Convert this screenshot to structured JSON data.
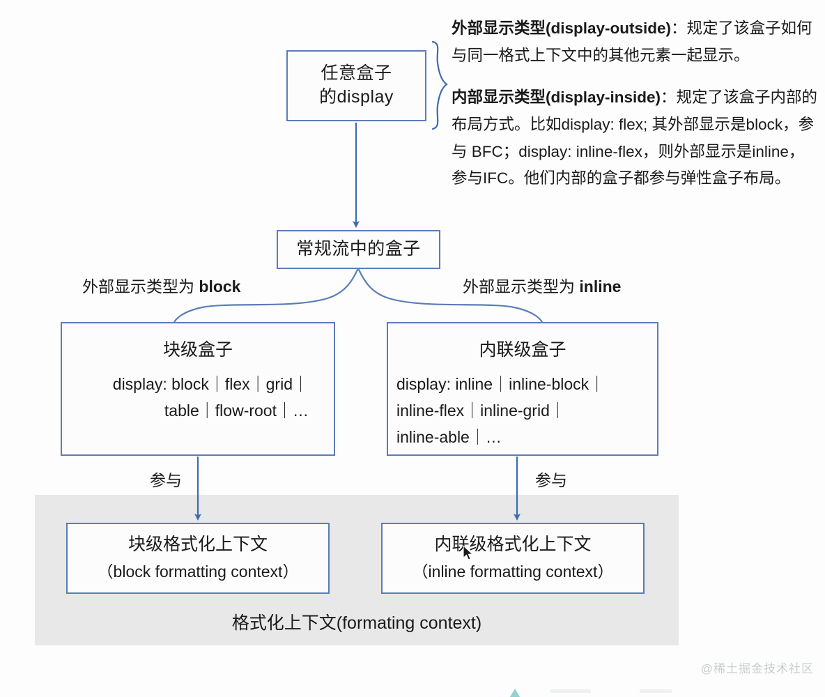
{
  "diagram": {
    "title": "CSS display / formatting context diagram",
    "accent_color": "#5b7cb8",
    "panel_color": "#e8e8e8",
    "box_fill": "#fcfcfd"
  },
  "nodes": {
    "any_display": {
      "title": "任意盒子\n的display"
    },
    "normal_flow": {
      "title": "常规流中的盒子"
    },
    "block_level": {
      "title": "块级盒子",
      "declaration": "display:  block｜flex｜grid｜\ntable｜flow-root｜…"
    },
    "inline_level": {
      "title": "内联级盒子",
      "declaration": "display:  inline｜inline-block｜\ninline-flex｜inline-grid｜\ninline-able｜…"
    },
    "bfc": {
      "cn": "块级格式化上下文",
      "en": "（block formatting context）"
    },
    "ifc": {
      "cn": "内联级格式化上下文",
      "en": "（inline formatting context）"
    }
  },
  "panel": {
    "label": "格式化上下文(formating context)"
  },
  "edge_labels": {
    "outside_block": "外部显示类型为 ",
    "outside_block_value": "block",
    "outside_inline": "外部显示类型为 ",
    "outside_inline_value": "inline",
    "join_left": "参与",
    "join_right": "参与"
  },
  "explanation": {
    "display_outside": {
      "term": "外部显示类型(display-outside)",
      "separator": "：",
      "body": "规定了该盒子如何与同一格式上下文中的其他元素一起显示。"
    },
    "display_inside": {
      "term": "内部显示类型(display-inside)",
      "separator": "：",
      "body": "规定了该盒子内部的布局方式。比如display: flex; 其外部显示是block，参与 BFC；display: inline-flex，则外部显示是inline，参与IFC。他们内部的盒子都参与弹性盒子布局。"
    }
  },
  "watermark": {
    "text": "@稀土掘金技术社区"
  }
}
